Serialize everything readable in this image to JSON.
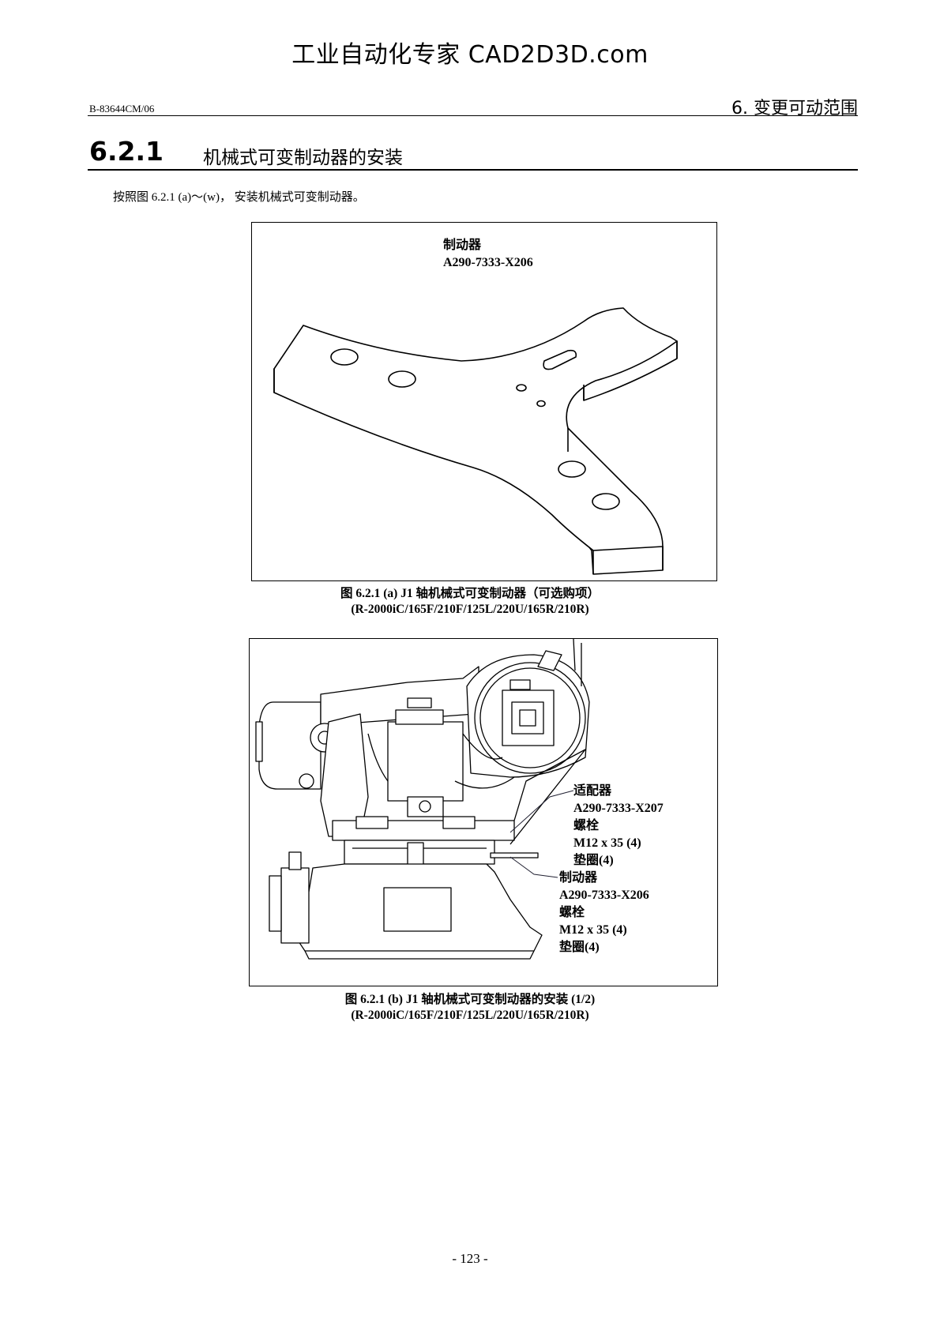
{
  "watermark": "工业自动化专家 CAD2D3D.com",
  "header": {
    "doc_id": "B-83644CM/06",
    "chapter": "6. 变更可动范围"
  },
  "section": {
    "number": "6.2.1",
    "title": "机械式可变制动器的安装"
  },
  "intro": "按照图 6.2.1 (a)～(w)， 安装机械式可变制动器。",
  "figure_a": {
    "label_name": "制动器",
    "label_part": "A290-7333-X206",
    "caption_line1": "图 6.2.1 (a) J1 轴机械式可变制动器（可选购项）",
    "caption_line2": "(R-2000iC/165F/210F/125L/220U/165R/210R)"
  },
  "figure_b": {
    "adapter": {
      "name": "适配器",
      "part": "A290-7333-X207",
      "bolt": "螺栓",
      "bolt_spec": "M12 x 35 (4)",
      "washer": "垫圈(4)"
    },
    "stopper": {
      "name": "制动器",
      "part": "A290-7333-X206",
      "bolt": "螺栓",
      "bolt_spec": "M12 x 35 (4)",
      "washer": "垫圈(4)"
    },
    "caption_line1": "图 6.2.1 (b) J1 轴机械式可变制动器的安装 (1/2)",
    "caption_line2": "(R-2000iC/165F/210F/125L/220U/165R/210R)"
  },
  "page_number": "- 123 -"
}
